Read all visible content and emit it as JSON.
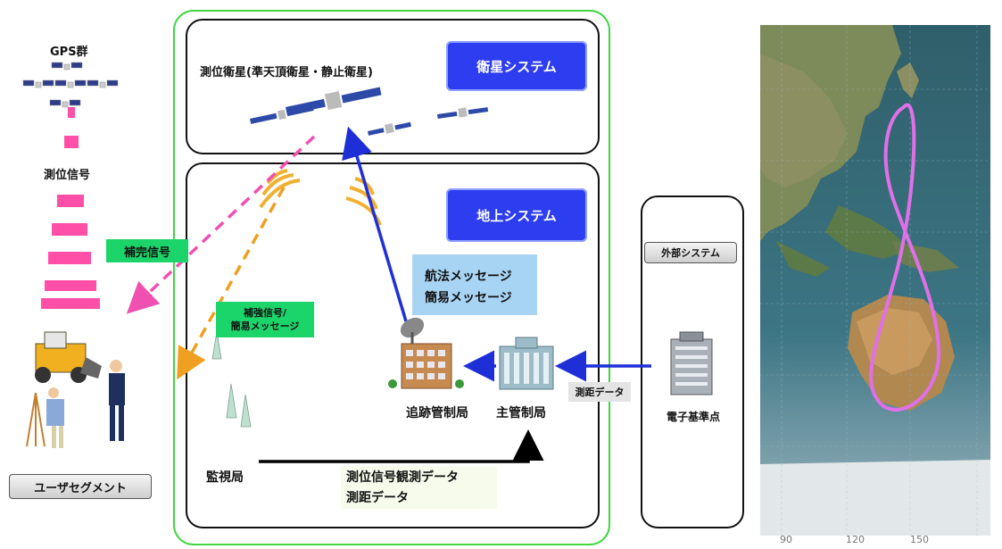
{
  "gps": {
    "title": "GPS群",
    "signal_label": "測位信号"
  },
  "satellite_system": {
    "satellites_label": "測位衛星(準天頂衛星・静止衛星)",
    "tag": "衛星システム"
  },
  "ground_system": {
    "tag": "地上システム",
    "nav_message_line1": "航法メッセージ",
    "nav_message_line2": "簡易メッセージ",
    "tracking_station": "追跡管制局",
    "master_station": "主管制局",
    "monitor_station": "監視局",
    "obs_data_line1": "測位信号観測データ",
    "obs_data_line2": "測距データ"
  },
  "signals": {
    "complement": "補完信号",
    "augment_line1": "補強信号/",
    "augment_line2": "簡易メッセージ"
  },
  "external_system": {
    "tag": "外部システム",
    "ranging_data": "測距データ",
    "reference_point": "電子基準点"
  },
  "user_segment": {
    "tag": "ユーザセグメント"
  },
  "map": {
    "ticks": [
      "90",
      "120",
      "150"
    ],
    "track_color": "#e070e8"
  }
}
